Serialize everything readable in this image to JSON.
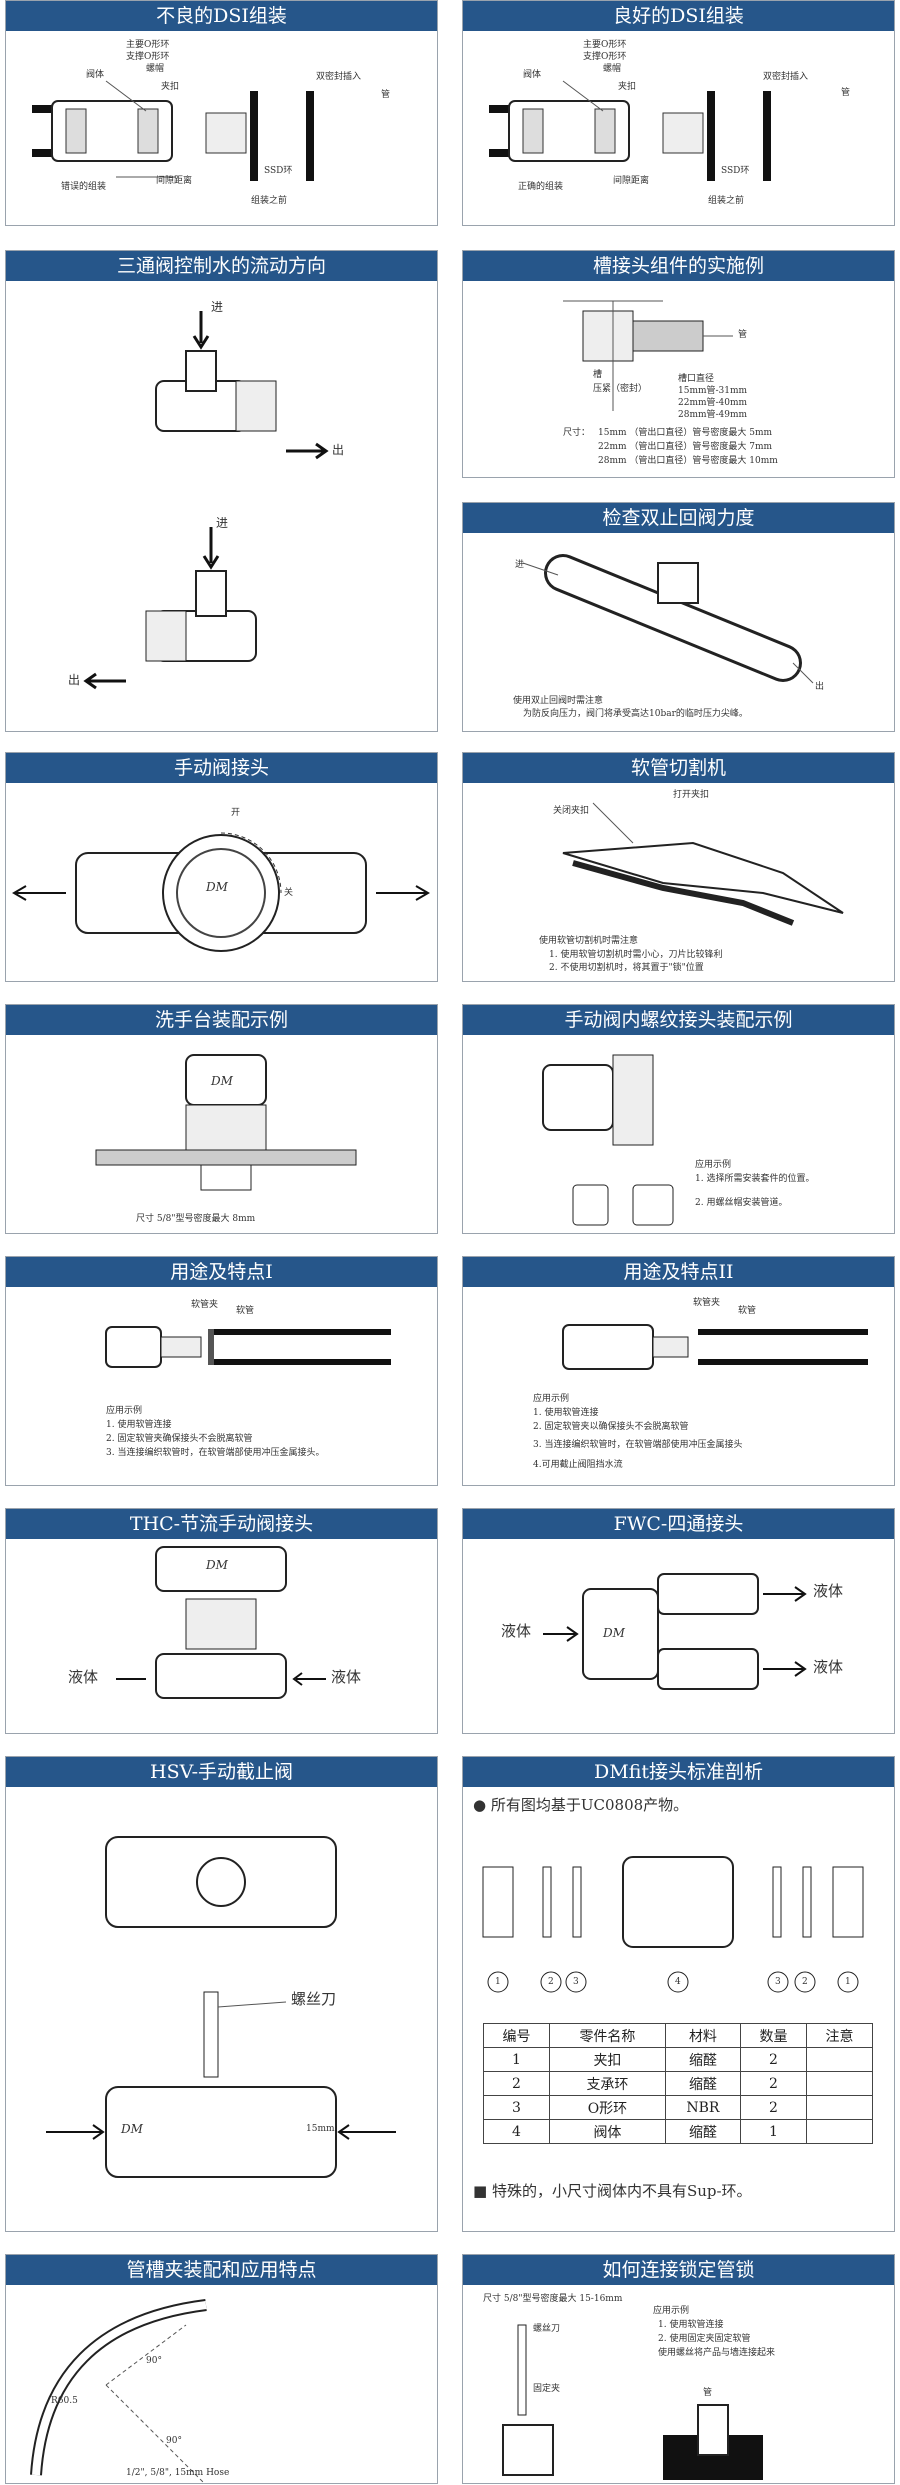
{
  "p1": {
    "title": "不良的DSI组装",
    "lbl_main_o": "主要O形环",
    "lbl_support_o": "支撑O形环",
    "lbl_cap": "螺帽",
    "lbl_body": "阀体",
    "lbl_clip": "夹扣",
    "lbl_double": "双密封插入",
    "lbl_pipe": "管",
    "lbl_ssd": "SSD环",
    "lbl_wrong": "错误的组装",
    "lbl_gap": "间隙距离",
    "lbl_before": "组装之前"
  },
  "p2": {
    "title": "良好的DSI组装",
    "lbl_main_o": "主要O形环",
    "lbl_support_o": "支撑O形环",
    "lbl_cap": "螺帽",
    "lbl_body": "阀体",
    "lbl_clip": "夹扣",
    "lbl_double": "双密封插入",
    "lbl_pipe": "管",
    "lbl_ssd": "SSD环",
    "lbl_right": "正确的组装",
    "lbl_gap": "间隙距离",
    "lbl_before": "组装之前"
  },
  "p3": {
    "title": "三通阀控制水的流动方向",
    "in1": "进",
    "out1": "出",
    "in2": "进",
    "out2": "出"
  },
  "p4": {
    "title": "槽接头组件的实施例",
    "lbl_tube": "管",
    "lbl_groove": "槽",
    "lbl_press": "压紧（密封）",
    "lbl_diam": "槽口直径",
    "d1": "15mm管-31mm",
    "d2": "22mm管-40mm",
    "d3": "28mm管-49mm",
    "size_prefix": "尺寸：",
    "s1": "15mm （管出口直径）管号密度最大 5mm",
    "s2": "22mm （管出口直径）管号密度最大 7mm",
    "s3": "28mm （管出口直径）管号密度最大 10mm"
  },
  "p5": {
    "title": "检查双止回阀力度",
    "in": "进",
    "out": "出",
    "note_title": "使用双止回阀时需注意",
    "note1": "为防反向压力，阀门将承受高达10bar的临时压力尖峰。"
  },
  "p6": {
    "title": "手动阀接头",
    "open": "开",
    "close": "关",
    "logo": "DM"
  },
  "p7": {
    "title": "软管切割机",
    "open_clip": "打开夹扣",
    "close_clip": "关闭夹扣",
    "note_title": "使用软管切割机时需注意",
    "note1": "1. 使用软管切割机时需小心，刀片比较锋利",
    "note2": "2. 不使用切割机时，将其置于\"锁\"位置"
  },
  "p8": {
    "title": "洗手台装配示例",
    "dim": "尺寸 5/8\"型号密度最大 8mm",
    "logo": "DM"
  },
  "p9": {
    "title": "手动阀内螺纹接头装配示例",
    "app": "应用示例",
    "n1": "1. 选择所需安装套件的位置。",
    "n2": "2. 用螺丝帽安装管道。"
  },
  "p10": {
    "title": "用途及特点I",
    "hose_clip": "软管夹",
    "hose": "软管",
    "app": "应用示例",
    "n1": "1. 使用软管连接",
    "n2": "2. 固定软管夹确保接头不会脱离软管",
    "n3": "3. 当连接编织软管时，在软管端部使用冲压金属接头。"
  },
  "p11": {
    "title": "用途及特点II",
    "hose_clip": "软管夹",
    "hose": "软管",
    "app": "应用示例",
    "n1": "1. 使用软管连接",
    "n2": "2. 固定软管夹以确保接头不会脱离软管",
    "n3": "3. 当连接编织软管时，在软管端部使用冲压金属接头",
    "n4": "4.可用截止阀阻挡水流"
  },
  "p12": {
    "title": "THC-节流手动阀接头",
    "left": "液体",
    "right": "液体",
    "logo": "DM"
  },
  "p13": {
    "title": "FWC-四通接头",
    "in": "液体",
    "out1": "液体",
    "out2": "液体",
    "logo": "DM"
  },
  "p14": {
    "title": "HSV-手动截止阀",
    "driver": "螺丝刀",
    "logo": "DM",
    "size": "15mm"
  },
  "p15": {
    "title": "DMfit接头标准剖析",
    "intro": "● 所有图均基于UC0808产物。",
    "callouts": [
      "1",
      "2",
      "3",
      "4",
      "3",
      "2",
      "1"
    ],
    "table": {
      "headers": [
        "编号",
        "零件名称",
        "材料",
        "数量",
        "注意"
      ],
      "rows": [
        [
          "1",
          "夹扣",
          "缩醛",
          "2",
          ""
        ],
        [
          "2",
          "支承环",
          "缩醛",
          "2",
          ""
        ],
        [
          "3",
          "O形环",
          "NBR",
          "2",
          ""
        ],
        [
          "4",
          "阀体",
          "缩醛",
          "1",
          ""
        ]
      ]
    },
    "footer": "■ 特殊的，小尺寸阀体内不具有Sup-环。"
  },
  "p16": {
    "title": "管槽夹装配和应用特点",
    "r": "R60.5",
    "a1": "90°",
    "a2": "90°",
    "sizes": "1/2\", 5/8\", 15mm Hose"
  },
  "p17": {
    "title": "如何连接锁定管锁",
    "dim": "尺寸 5/8\"型号密度最大 15-16mm",
    "driver": "螺丝刀",
    "clip": "固定夹",
    "pipe": "管",
    "app": "应用示例",
    "n1": "1. 使用软管连接",
    "n2": "2. 使用固定夹固定软管",
    "n3": "使用螺丝将产品与墙连接起来"
  }
}
